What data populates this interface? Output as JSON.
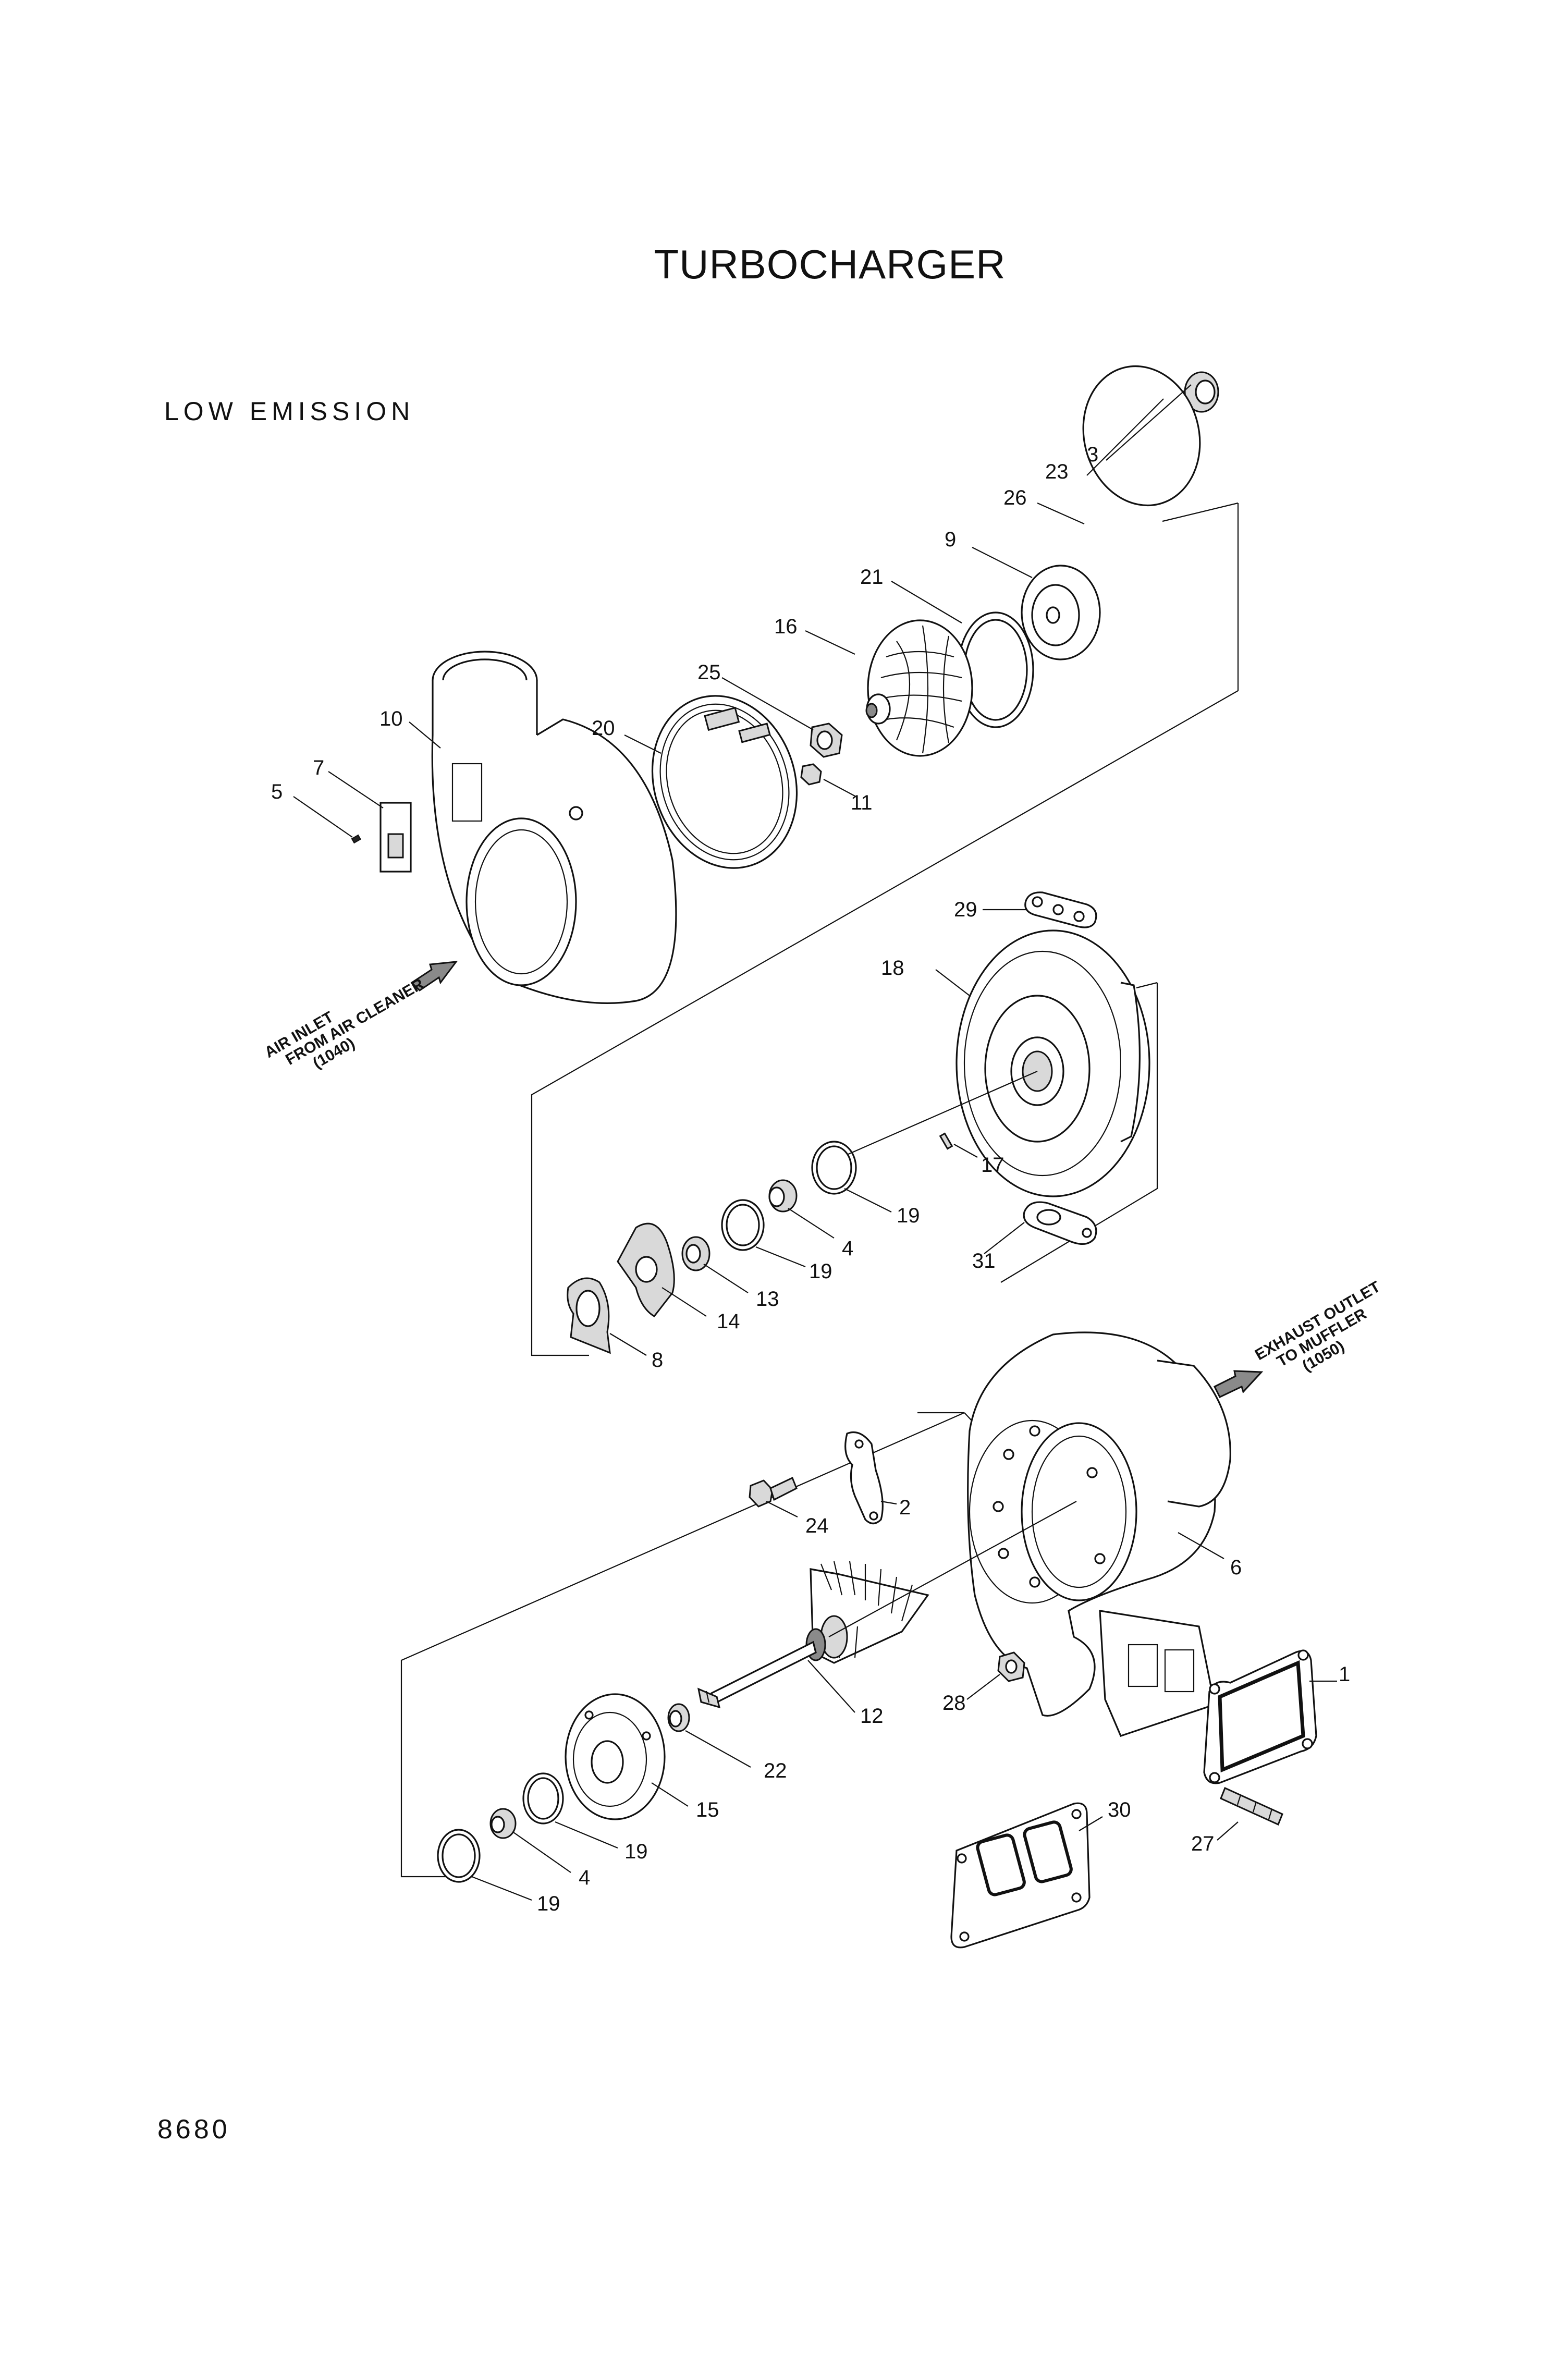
{
  "header": {
    "title": "TURBOCHARGER",
    "subtitle": "LOW EMISSION"
  },
  "footer": {
    "page_number": "8680"
  },
  "notes": {
    "air_inlet": [
      "AIR INLET",
      "FROM AIR CLEANER",
      "(1040)"
    ],
    "exhaust_outlet": [
      "EXHAUST OUTLET",
      "TO MUFFLER",
      "(1050)"
    ]
  },
  "callouts": [
    {
      "id": "c3",
      "label": "3"
    },
    {
      "id": "c23",
      "label": "23"
    },
    {
      "id": "c26",
      "label": "26"
    },
    {
      "id": "c9",
      "label": "9"
    },
    {
      "id": "c21",
      "label": "21"
    },
    {
      "id": "c16",
      "label": "16"
    },
    {
      "id": "c25",
      "label": "25"
    },
    {
      "id": "c20",
      "label": "20"
    },
    {
      "id": "c10",
      "label": "10"
    },
    {
      "id": "c7",
      "label": "7"
    },
    {
      "id": "c5",
      "label": "5"
    },
    {
      "id": "c11",
      "label": "11"
    },
    {
      "id": "c29",
      "label": "29"
    },
    {
      "id": "c18",
      "label": "18"
    },
    {
      "id": "c17",
      "label": "17"
    },
    {
      "id": "c19a",
      "label": "19"
    },
    {
      "id": "c4a",
      "label": "4"
    },
    {
      "id": "c19b",
      "label": "19"
    },
    {
      "id": "c31",
      "label": "31"
    },
    {
      "id": "c13",
      "label": "13"
    },
    {
      "id": "c14",
      "label": "14"
    },
    {
      "id": "c8",
      "label": "8"
    },
    {
      "id": "c24",
      "label": "24"
    },
    {
      "id": "c2",
      "label": "2"
    },
    {
      "id": "c6",
      "label": "6"
    },
    {
      "id": "c1",
      "label": "1"
    },
    {
      "id": "c28",
      "label": "28"
    },
    {
      "id": "c12",
      "label": "12"
    },
    {
      "id": "c22",
      "label": "22"
    },
    {
      "id": "c15",
      "label": "15"
    },
    {
      "id": "c19c",
      "label": "19"
    },
    {
      "id": "c4b",
      "label": "4"
    },
    {
      "id": "c19d",
      "label": "19"
    },
    {
      "id": "c30",
      "label": "30"
    },
    {
      "id": "c27",
      "label": "27"
    }
  ]
}
